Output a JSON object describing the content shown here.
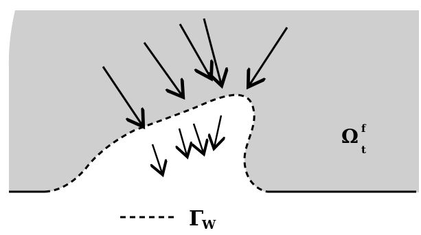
{
  "diagram": {
    "domain_label": {
      "symbol": "Ω",
      "superscript": "f",
      "subscript": "t"
    },
    "legend": {
      "symbol": "Γ",
      "subscript": "W"
    },
    "colors": {
      "fluid_fill": "#cfcfcf",
      "stroke": "#000000",
      "background": "#ffffff"
    },
    "arrow_groups": {
      "outer_count": 5,
      "inner_count": 4
    }
  }
}
